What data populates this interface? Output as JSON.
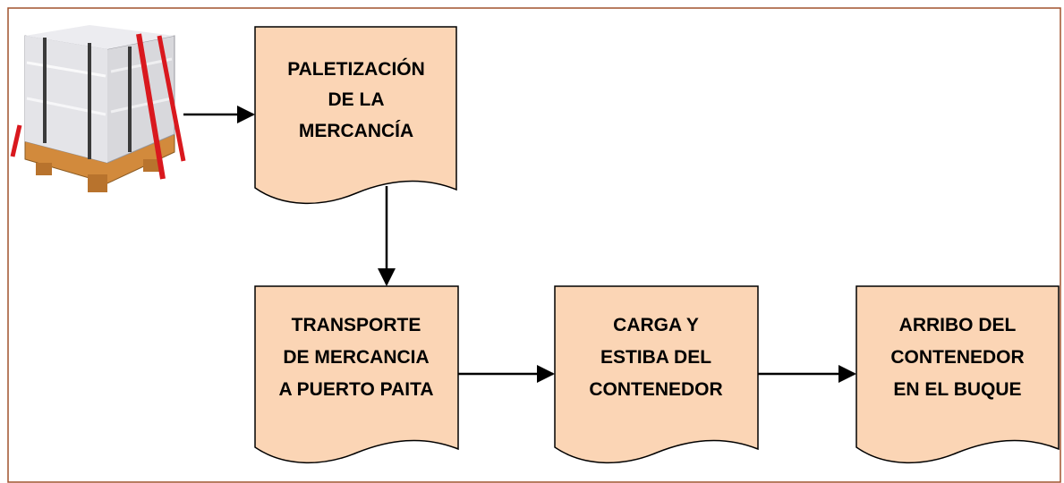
{
  "colors": {
    "frame": "#a0522d",
    "box_fill": "#fbd5b5",
    "box_stroke": "#000000",
    "arrow": "#000000",
    "strap": "#d9181e",
    "wrap": "#d8d8dc",
    "wood": "#d28a3c"
  },
  "image": {
    "icon": "wrapped-pallet-icon"
  },
  "boxes": [
    {
      "id": "paletizacion",
      "lines": [
        "PALETIZACIÓN",
        "DE LA",
        "MERCANCÍA"
      ]
    },
    {
      "id": "transporte",
      "lines": [
        "TRANSPORTE",
        "DE MERCANCIA",
        "A PUERTO PAITA"
      ]
    },
    {
      "id": "carga",
      "lines": [
        "CARGA Y",
        "ESTIBA DEL",
        "CONTENEDOR"
      ]
    },
    {
      "id": "arribo",
      "lines": [
        "ARRIBO DEL",
        "CONTENEDOR",
        "EN EL BUQUE"
      ]
    }
  ]
}
